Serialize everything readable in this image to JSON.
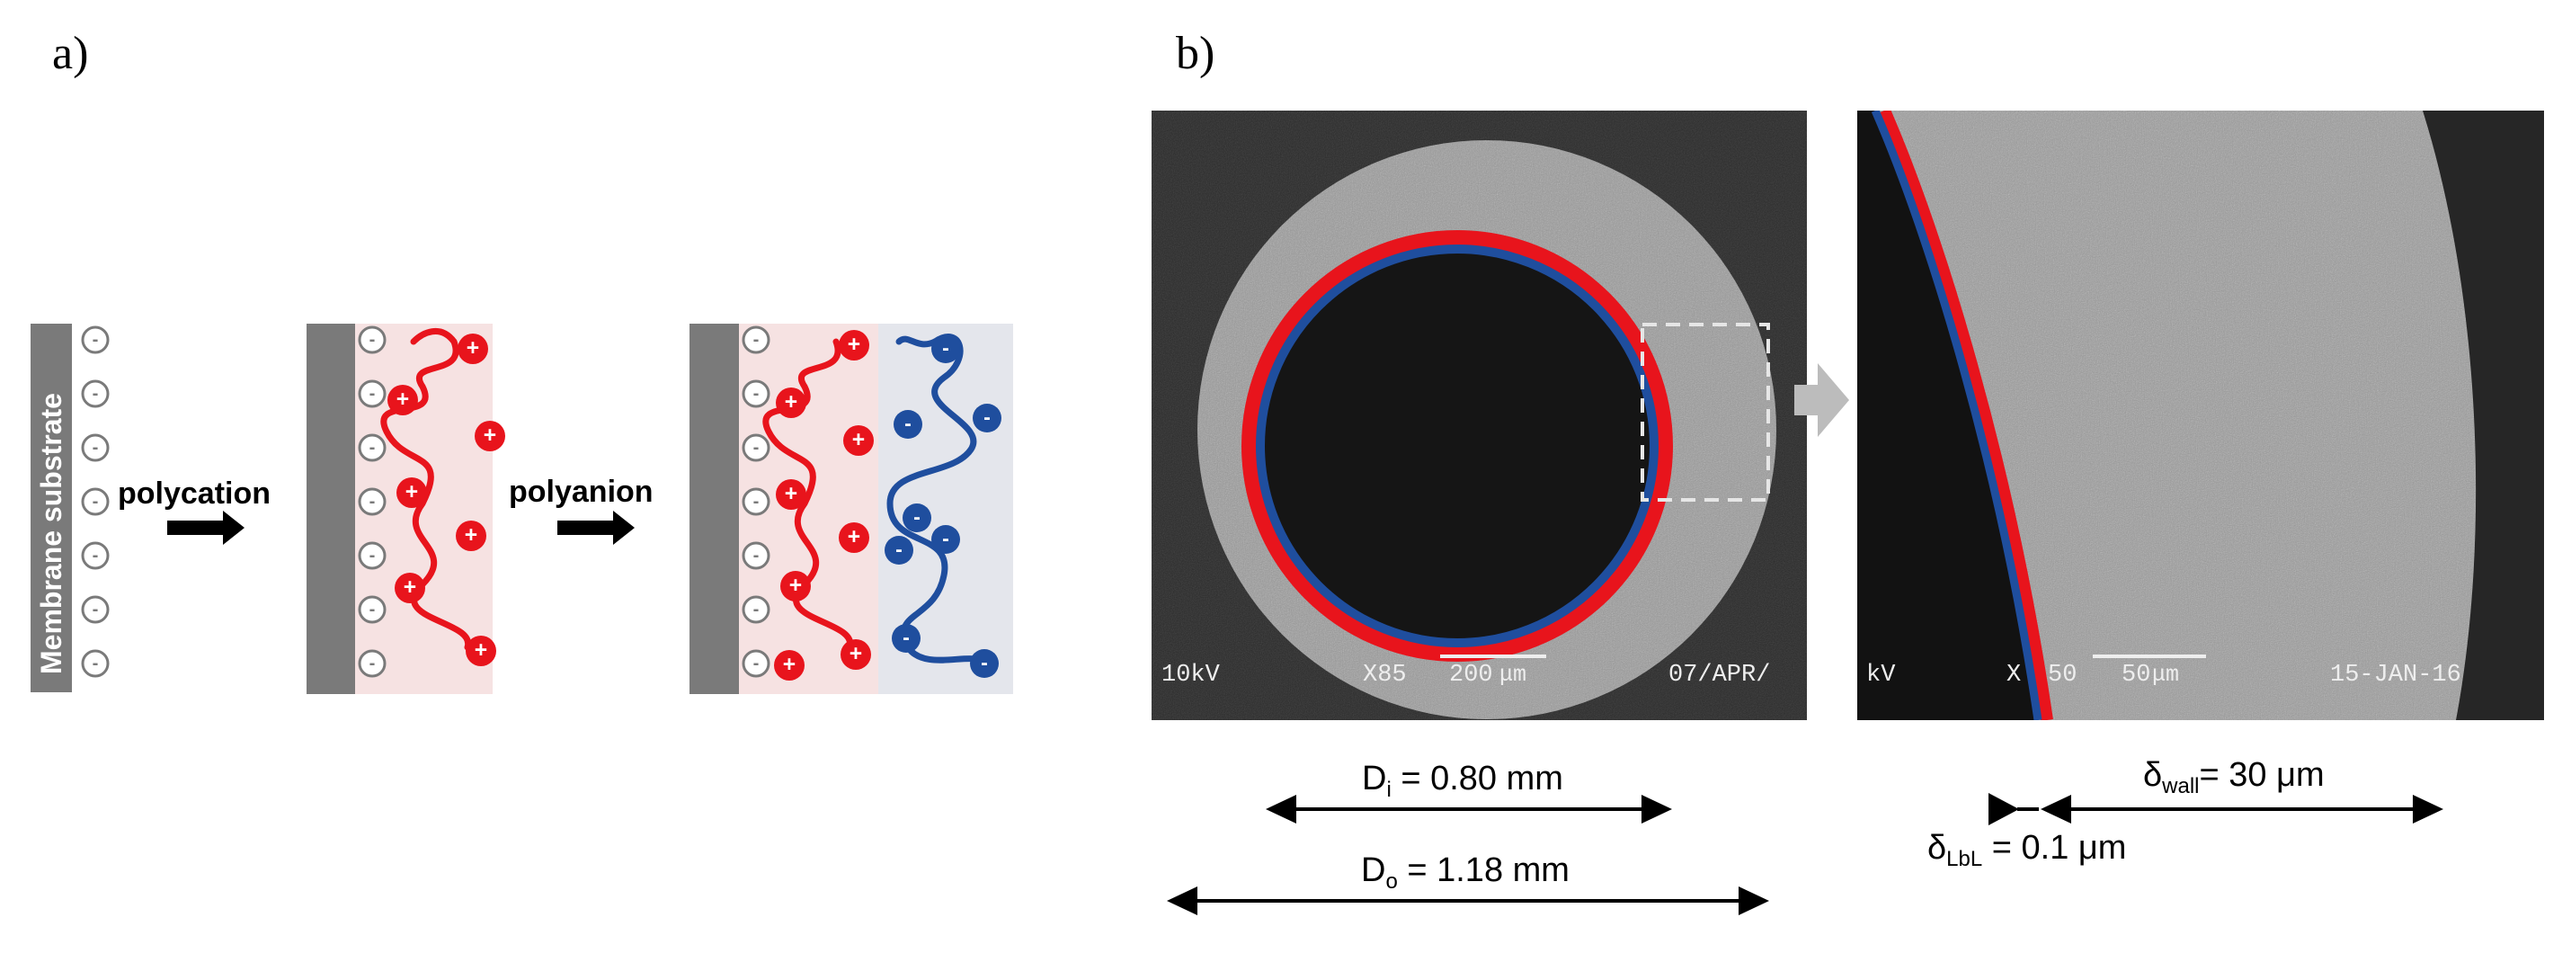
{
  "panel_a": {
    "label": "a)",
    "substrate_text": "Membrane substrate",
    "arrow1_label": "polycation",
    "arrow2_label": "polyanion",
    "plus_sign": "+",
    "minus_sign": "-"
  },
  "panel_b": {
    "label": "b)",
    "sem_left": {
      "info_kv": "10kV",
      "info_mag": "X85",
      "info_scale": "200",
      "info_scale_unit": "μm",
      "info_date": "07/APR/"
    },
    "sem_right": {
      "info_kv": "kV",
      "info_mag": "X",
      "info_mag2": "50",
      "info_scale": "50",
      "info_scale_unit": "μm",
      "info_date": "15-JAN-16"
    },
    "measurements": {
      "di_symbol": "D",
      "di_sub": "i",
      "di_value": " = 0.80 mm",
      "do_symbol": "D",
      "do_sub": "o",
      "do_value": " = 1.18 mm",
      "dwall_symbol": "δ",
      "dwall_sub": "wall",
      "dwall_value": "= 30 μm",
      "dlbl_symbol": "δ",
      "dlbl_sub": "LbL",
      "dlbl_value": " = 0.1 μm"
    }
  },
  "colors": {
    "polycation": "#e8141c",
    "polyanion": "#1f4e9e",
    "substrate": "#7a7a7a",
    "cation_bg": "#f6e2e2",
    "anion_bg": "#e4e6ec",
    "sem_bg": "#2a2a2a",
    "sem_wall": "#9a9a9a"
  }
}
